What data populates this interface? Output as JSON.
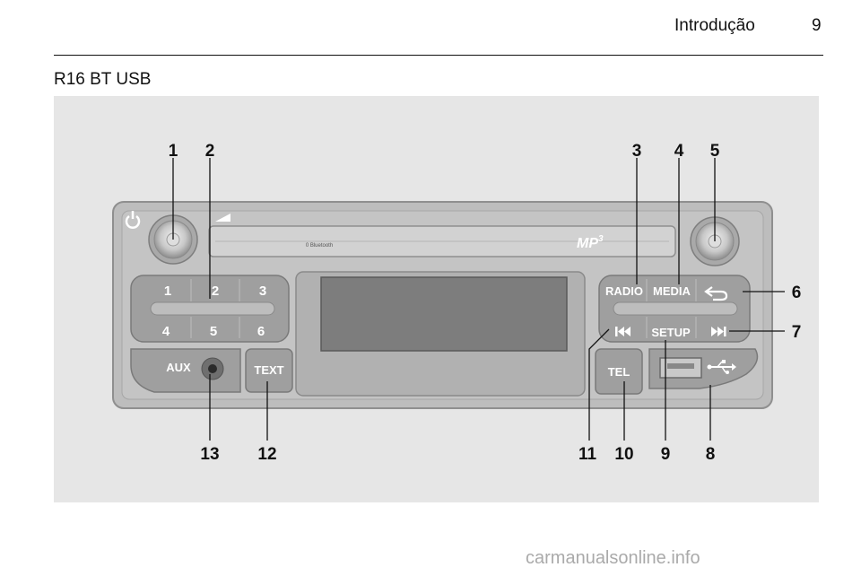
{
  "header": {
    "title": "Introdução",
    "page_number": "9"
  },
  "section": {
    "heading": "R16 BT USB"
  },
  "radio": {
    "slot_text": "0 Bluetooth",
    "mp3_logo": "MP",
    "mp3_sup": "3",
    "buttons": {
      "preset_1": "1",
      "preset_2": "2",
      "preset_3": "3",
      "preset_4": "4",
      "preset_5": "5",
      "preset_6": "6",
      "aux": "AUX",
      "text": "TEXT",
      "radio": "RADIO",
      "media": "MEDIA",
      "setup": "SETUP",
      "tel": "TEL"
    },
    "icons": [
      "power-icon",
      "volume-icon",
      "back-icon",
      "skip-back-icon",
      "skip-forward-icon",
      "usb-icon"
    ]
  },
  "callouts": [
    "1",
    "2",
    "3",
    "4",
    "5",
    "6",
    "7",
    "8",
    "9",
    "10",
    "11",
    "12",
    "13"
  ],
  "watermark": "carmanualsonline.info"
}
